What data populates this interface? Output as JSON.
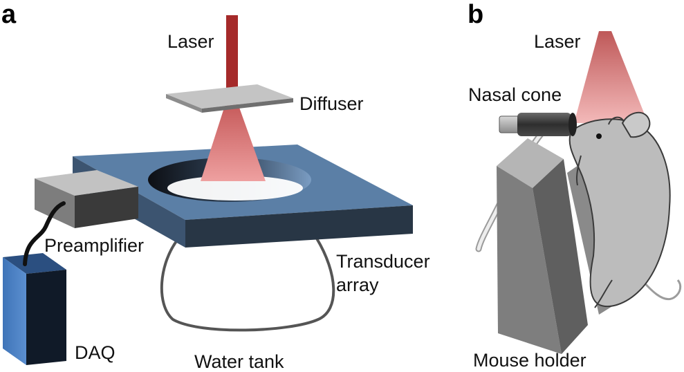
{
  "panel_a": {
    "letter": "a",
    "labels": {
      "laser": "Laser",
      "diffuser": "Diffuser",
      "preamplifier": "Preamplifier",
      "transducer_line1": "Transducer",
      "transducer_line2": "array",
      "daq": "DAQ",
      "water_tank": "Water tank"
    }
  },
  "panel_b": {
    "letter": "b",
    "labels": {
      "laser": "Laser",
      "nasal_cone": "Nasal cone",
      "mouse_holder": "Mouse holder"
    }
  },
  "colors": {
    "laser_beam": "#a52a2a",
    "laser_cone": "#e57373",
    "diffuser": "#c0c0c0",
    "transducer_top": "#5b7fa6",
    "transducer_side": "#283645",
    "daq_front": "#4a7fc1",
    "daq_side": "#101a28",
    "preamp_top": "#bdbdbd",
    "preamp_front": "#3a3a3a",
    "mouse_fur": "#bfbfbf",
    "holder": "#808080"
  }
}
